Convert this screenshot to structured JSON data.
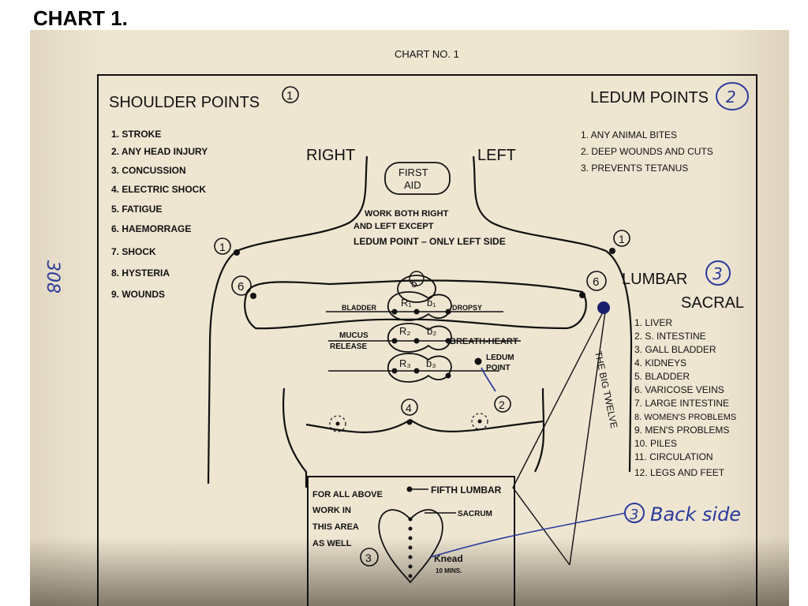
{
  "slide_title": "CHART 1.",
  "chart_header": "CHART NO.  1",
  "side_note": "308",
  "body_labels": {
    "right": "RIGHT",
    "left": "LEFT",
    "first_aid_line1": "FIRST",
    "first_aid_line2": "AID"
  },
  "instructions": [
    "WORK BOTH RIGHT",
    "AND LEFT EXCEPT",
    "LEDUM POINT – ONLY LEFT SIDE"
  ],
  "shoulder_points": {
    "title": "SHOULDER POINTS",
    "number": "1",
    "items": [
      "1. STROKE",
      "2. ANY HEAD INJURY",
      "3. CONCUSSION",
      "4. ELECTRIC SHOCK",
      "5. FATIGUE",
      "6. HAEMORRAGE",
      "7. SHOCK",
      "8. HYSTERIA",
      "9. WOUNDS"
    ]
  },
  "ledum_points": {
    "title": "LEDUM POINTS",
    "number": "2",
    "items": [
      "1. ANY ANIMAL BITES",
      "2. DEEP WOUNDS AND CUTS",
      "3. PREVENTS TETANUS"
    ]
  },
  "lumbar_sacral": {
    "title1": "LUMBAR",
    "title2": "SACRAL",
    "number": "3",
    "items": [
      "1. LIVER",
      "2. S. INTESTINE",
      "3. GALL BLADDER",
      "4. KIDNEYS",
      "5. BLADDER",
      "6. VARICOSE VEINS",
      "7. LARGE INTESTINE",
      "8. WOMEN'S PROBLEMS",
      "9. MEN'S PROBLEMS",
      "10. PILES",
      "11. CIRCULATION",
      "12. LEGS AND FEET"
    ]
  },
  "point_markers": {
    "shoulder_right": "1",
    "shoulder_left": "1",
    "armpit_right": "6",
    "armpit_left": "6",
    "chest_top": "5",
    "navel": "4",
    "ledum": "2",
    "sacrum_area": "3"
  },
  "chest_labels": {
    "r1": "R₁",
    "b1": "b₁",
    "r2": "R₂",
    "b2": "b₂",
    "r3": "R₃",
    "b3": "b₃",
    "bladder": "BLADDER",
    "dropsy": "DROPSY",
    "mucus1": "MUCUS",
    "mucus2": "RELEASE",
    "breath_heart": "BREATH-HEART",
    "ledum_point1": "LEDUM",
    "ledum_point2": "POINT"
  },
  "big_twelve": "THE BIG TWELVE",
  "lower_box": {
    "lines": [
      "FOR ALL ABOVE",
      "WORK IN",
      "THIS AREA",
      "AS WELL"
    ],
    "fifth_lumbar": "FIFTH LUMBAR",
    "sacrum": "SACRUM",
    "knead1": "Knead",
    "knead2": "10 MINS."
  },
  "handwritten_note": {
    "number": "3",
    "text": "Back side"
  },
  "colors": {
    "paper": "#efe6d2",
    "ink": "#111111",
    "pen": "#2a3a9c"
  }
}
